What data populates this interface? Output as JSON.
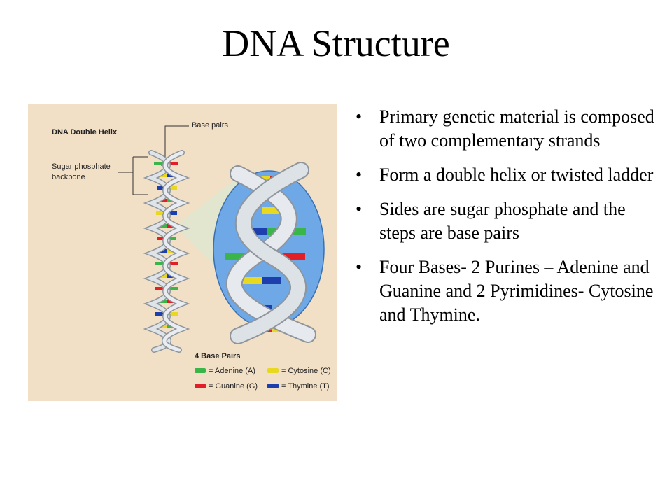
{
  "slide": {
    "title": "DNA Structure",
    "bullets": [
      "Primary genetic material is composed of two complementary strands",
      "Form a double helix or twisted ladder",
      "Sides are sugar phosphate and the steps are base pairs",
      "Four Bases- 2 Purines – Adenine and Guanine and 2 Pyrimidines- Cytosine and Thymine."
    ],
    "bullet_glyph": "•"
  },
  "figure": {
    "heading": "DNA Double Helix",
    "label_base_pairs": "Base pairs",
    "label_backbone_line1": "Sugar phosphate",
    "label_backbone_line2": "backbone",
    "legend_title": "4 Base Pairs",
    "legend": {
      "adenine": "= Adenine (A)",
      "guanine": "= Guanine (G)",
      "cytosine": "= Cytosine (C)",
      "thymine": "= Thymine (T)"
    },
    "colors": {
      "background": "#f1dfc6",
      "zoom_circle": "#6fa8e6",
      "backbone": "#c7ced6",
      "adenine": "#39b54a",
      "guanine": "#e21f26",
      "cytosine": "#e8d820",
      "thymine": "#1d3fae"
    }
  }
}
